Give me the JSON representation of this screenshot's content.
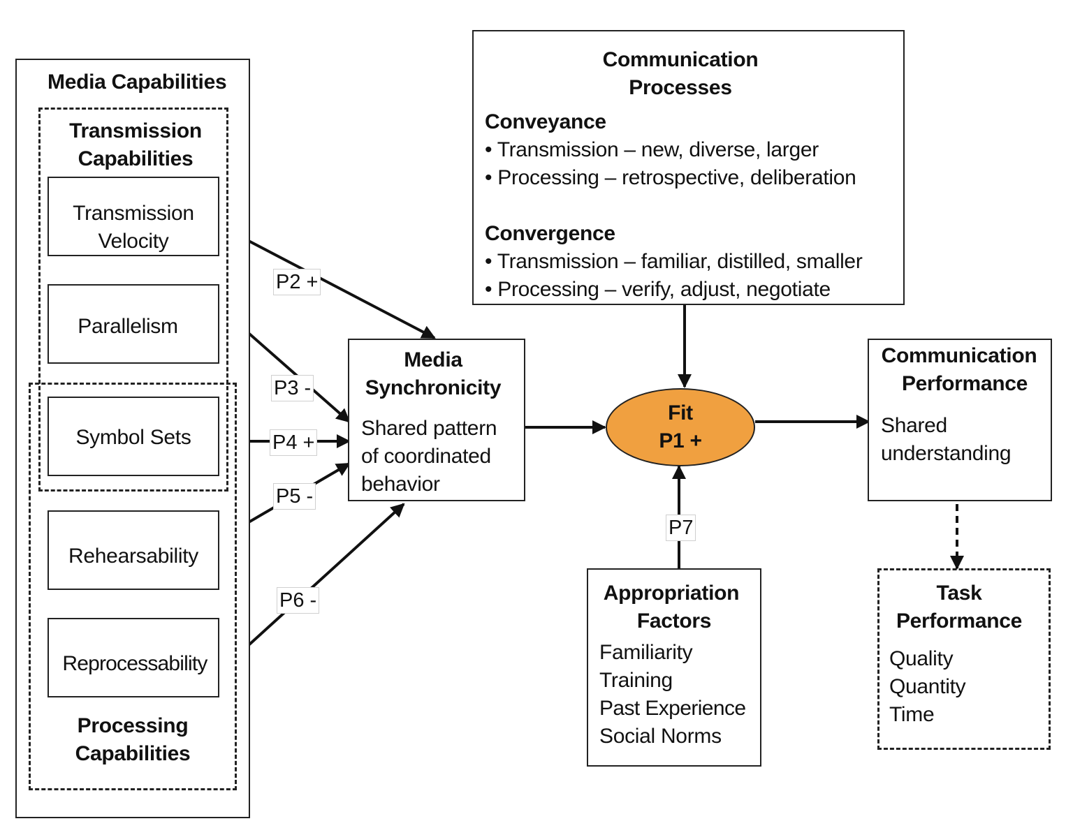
{
  "media_capabilities": {
    "title": "Media Capabilities",
    "transmission_group": {
      "title_line1": "Transmission",
      "title_line2": "Capabilities"
    },
    "processing_group": {
      "title_line1": "Processing",
      "title_line2": "Capabilities"
    },
    "items": [
      {
        "line1": "Transmission",
        "line2": "Velocity"
      },
      {
        "line1": "Parallelism"
      },
      {
        "line1": "Symbol Sets"
      },
      {
        "line1": "Rehearsability"
      },
      {
        "line1": "Reprocessability"
      }
    ]
  },
  "propositions": {
    "p2": "P2 +",
    "p3": "P3 -",
    "p4": "P4 +",
    "p5": "P5 -",
    "p6": "P6 -",
    "p7": "P7"
  },
  "media_synchronicity": {
    "title_line1": "Media",
    "title_line2": "Synchronicity",
    "body_line1": "Shared pattern",
    "body_line2": "of coordinated",
    "body_line3": "behavior"
  },
  "communication_processes": {
    "title_line1": "Communication",
    "title_line2": "Processes",
    "conveyance": {
      "heading": "Conveyance",
      "bullet1": "• Transmission – new, diverse, larger",
      "bullet2": "• Processing – retrospective, deliberation"
    },
    "convergence": {
      "heading": "Convergence",
      "bullet1": "• Transmission – familiar, distilled, smaller",
      "bullet2": "• Processing – verify, adjust, negotiate"
    }
  },
  "fit": {
    "line1": "Fit",
    "line2": "P1 +",
    "color": "#f0a040"
  },
  "communication_performance": {
    "title_line1": "Communication",
    "title_line2": "Performance",
    "body_line1": "Shared",
    "body_line2": "understanding"
  },
  "task_performance": {
    "title_line1": "Task",
    "title_line2": "Performance",
    "items": [
      "Quality",
      "Quantity",
      "Time"
    ]
  },
  "appropriation_factors": {
    "title_line1": "Appropriation",
    "title_line2": "Factors",
    "items": [
      "Familiarity",
      "Training",
      "Past Experience",
      "Social Norms"
    ]
  }
}
